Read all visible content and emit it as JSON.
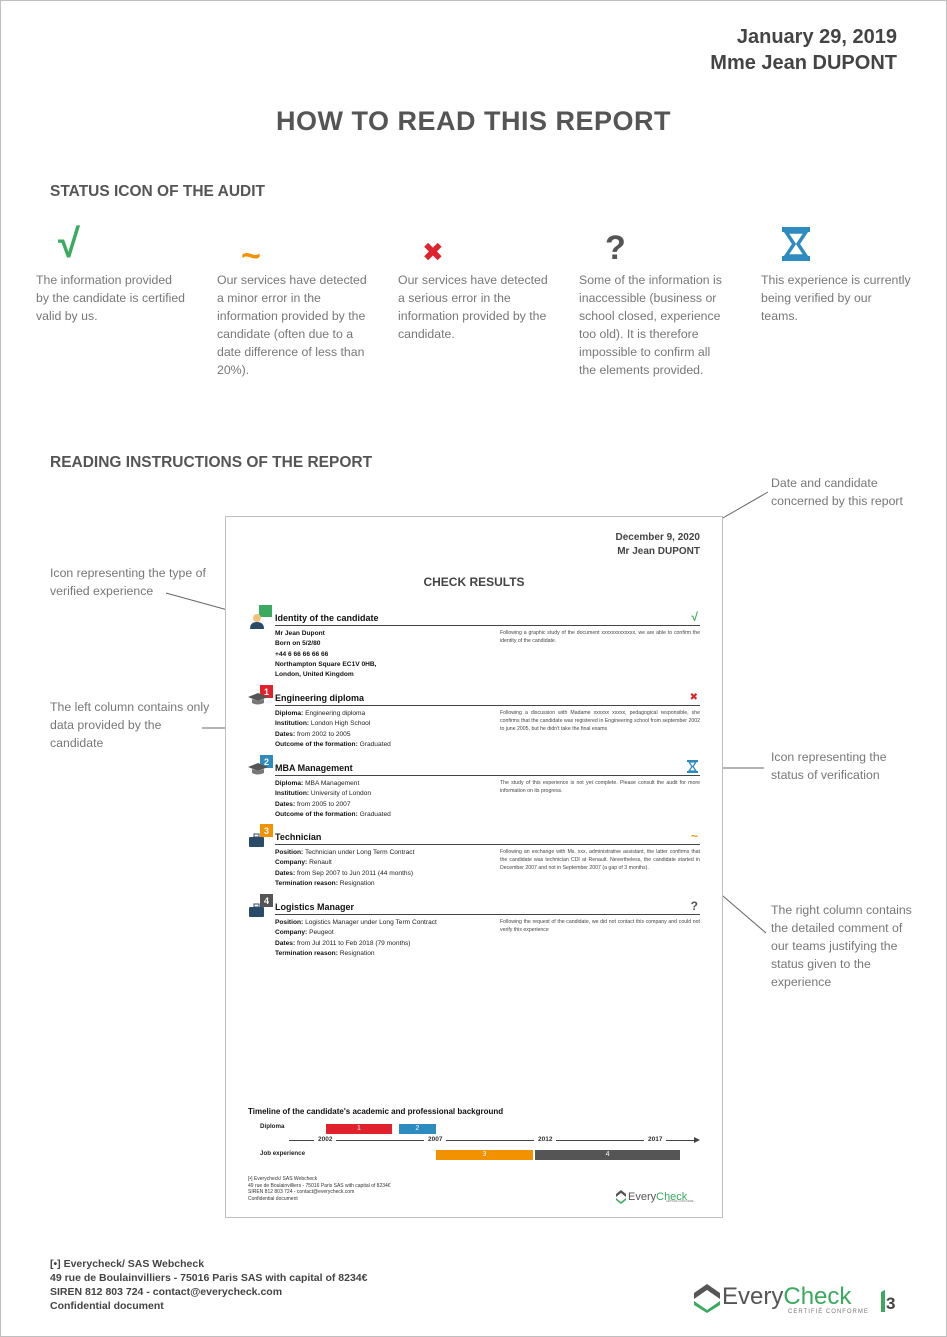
{
  "header": {
    "date": "January 29, 2019",
    "name": "Mme Jean DUPONT"
  },
  "title": "HOW TO READ THIS REPORT",
  "status_section": {
    "heading": "STATUS ICON OF THE AUDIT",
    "items": [
      {
        "icon": "check-icon",
        "symbol": "√",
        "color": "#3aaa5e",
        "text": "The information provided by the candidate is certified valid by us."
      },
      {
        "icon": "tilde-icon",
        "symbol": "~",
        "color": "#f39200",
        "text": "Our services have detected a minor error in the information provided by the candidate (often due to a date difference of less than 20%)."
      },
      {
        "icon": "cross-icon",
        "symbol": "✖",
        "color": "#e0222c",
        "text": "Our services have detected a serious error in the information provided by the candidate."
      },
      {
        "icon": "question-icon",
        "symbol": "?",
        "color": "#555555",
        "text": "Some of the information is inaccessible (business or school closed, experience too old). It is therefore impossible to confirm all the elements provided."
      },
      {
        "icon": "hourglass-icon",
        "symbol": "⧗",
        "color": "#2e8bc0",
        "text": "This experience is currently being verified by our teams."
      }
    ]
  },
  "reading_section": {
    "heading": "READING INSTRUCTIONS OF THE REPORT"
  },
  "annotations": {
    "date_candidate": "Date and candidate concerned by this report",
    "icon_type": "Icon representing the type of verified experience",
    "left_column": "The left column contains only data provided by the candidate",
    "status_icon": "Icon representing the status of verification",
    "right_column": "The right column contains the detailed comment of our teams justifying the status given to the experience"
  },
  "report": {
    "date": "December 9, 2020",
    "name": "Mr Jean DUPONT",
    "title": "CHECK RESULTS",
    "entries": [
      {
        "title": "Identity of the candidate",
        "badge": "",
        "badge_color": "#3aaa5e",
        "type_icon": "person-icon",
        "status": "√",
        "status_icon": "check-icon",
        "status_color": "#3aaa5e",
        "lines": [
          {
            "label": "Mr Jean Dupont",
            "value": ""
          },
          {
            "label": "Born on 5/2/80",
            "value": ""
          },
          {
            "label": "+44 6 66 66 66 66",
            "value": ""
          },
          {
            "label": "Northampton Square EC1V 0HB,",
            "value": ""
          },
          {
            "label": "London, United Kingdom",
            "value": ""
          }
        ],
        "comment": "Following a graphic study of the document xxxxxxxxxxxxx, we are able to confirm the identity of the candidate."
      },
      {
        "title": "Engineering diploma",
        "badge": "1",
        "badge_color": "#e0222c",
        "type_icon": "graduation-cap-icon",
        "status": "✖",
        "status_icon": "cross-icon",
        "status_color": "#e0222c",
        "lines": [
          {
            "label": "Diploma:",
            "value": "Engineering diploma"
          },
          {
            "label": "Institution:",
            "value": "London High School"
          },
          {
            "label": "Dates:",
            "value": "from 2002 to 2005"
          },
          {
            "label": "Outcome of the formation:",
            "value": "Graduated"
          }
        ],
        "comment": "Following a discussion with Madame xxxxxx xxxxx, pedagogical responsible, she confirms that the candidate was registered in Engineering school from september 2002 to june 2005, but he didn't take the final exams"
      },
      {
        "title": "MBA Management",
        "badge": "2",
        "badge_color": "#2e8bc0",
        "type_icon": "graduation-cap-icon",
        "status": "⧗",
        "status_icon": "hourglass-icon",
        "status_color": "#2e8bc0",
        "lines": [
          {
            "label": "Diploma:",
            "value": "MBA Management"
          },
          {
            "label": "Institution:",
            "value": "University of London"
          },
          {
            "label": "Dates:",
            "value": "from 2005 to 2007"
          },
          {
            "label": "Outcome of the formation:",
            "value": "Graduated"
          }
        ],
        "comment": "The study of this experience is not yet complete. Please consult the audit for more information on its progress."
      },
      {
        "title": "Technician",
        "badge": "3",
        "badge_color": "#f39200",
        "type_icon": "briefcase-icon",
        "status": "~",
        "status_icon": "tilde-icon",
        "status_color": "#f39200",
        "lines": [
          {
            "label": "Position:",
            "value": "Technician under Long Term Contract"
          },
          {
            "label": "Company:",
            "value": "Renault"
          },
          {
            "label": "Dates:",
            "value": "from Sep 2007 to Jun 2011 (44 months)"
          },
          {
            "label": "Termination reason:",
            "value": "Resignation"
          }
        ],
        "comment": "Following an exchange with Ms. xxx, administrative assistant, the latter confirms that the candidate was technician CDI at Renault. Nevertheless, the candidate started in December 2007 and not in September 2007 (a gap of 3 months)."
      },
      {
        "title": "Logistics Manager",
        "badge": "4",
        "badge_color": "#555555",
        "type_icon": "briefcase-icon",
        "status": "?",
        "status_icon": "question-icon",
        "status_color": "#555555",
        "lines": [
          {
            "label": "Position:",
            "value": "Logistics Manager under Long Term Contract"
          },
          {
            "label": "Company:",
            "value": "Peugeot"
          },
          {
            "label": "Dates:",
            "value": "from Jul 2011 to Feb 2018 (79 months)"
          },
          {
            "label": "Termination reason:",
            "value": "Resignation"
          }
        ],
        "comment": "Following the request of the candidate, we did not contact this company and could not verify this experience"
      }
    ],
    "timeline": {
      "title": "Timeline of the candidate's academic and professional background",
      "diploma_label": "Diploma",
      "job_label": "Job experience",
      "years": [
        "2002",
        "2007",
        "2012",
        "2017"
      ],
      "diploma_bars": [
        {
          "label": "1",
          "color": "#e0222c",
          "start": 2002,
          "end": 2005
        },
        {
          "label": "2",
          "color": "#2e8bc0",
          "start": 2005.3,
          "end": 2007
        }
      ],
      "job_bars": [
        {
          "label": "3",
          "color": "#f39200",
          "start": 2007,
          "end": 2011.4
        },
        {
          "label": "4",
          "color": "#555555",
          "start": 2011.5,
          "end": 2018.1
        }
      ]
    },
    "footer_lines": [
      "[•] Everycheck/ SAS Webcheck",
      "49 rue de Boulainvilliers - 75016 Paris SAS with capital of 8234€",
      "SIREN 812 803 724 - contact@everycheck.com",
      "Confidential document"
    ],
    "logo_every": "Every",
    "logo_check": "Check",
    "logo_tagline": "CERTIFIÉ CONFORME"
  },
  "footer": {
    "lines": [
      "[•] Everycheck/ SAS Webcheck",
      "49 rue de Boulainvilliers - 75016 Paris SAS with capital of 8234€",
      "SIREN 812 803 724 - contact@everycheck.com",
      "Confidential document"
    ],
    "logo_every": "Every",
    "logo_check": "Check",
    "logo_tagline": "CERTIFIÉ CONFORME",
    "page_number": "3"
  }
}
